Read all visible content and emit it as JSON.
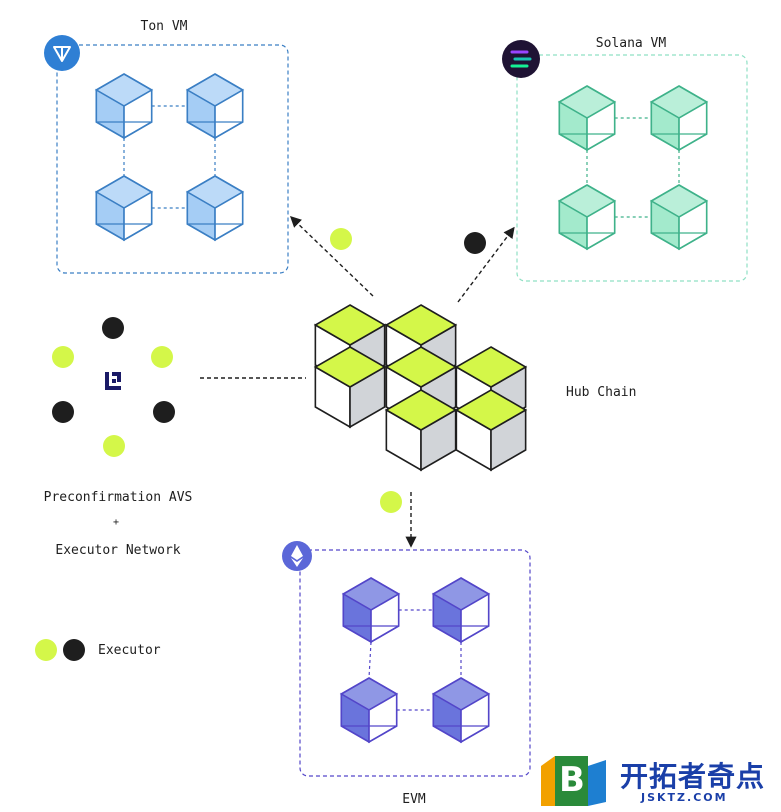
{
  "nodes": {
    "ton": {
      "label": "Ton VM",
      "color": "#a5cdf5",
      "stroke": "#3b7fc4"
    },
    "solana": {
      "label": "Solana VM",
      "color": "#a3eacc",
      "stroke": "#3fb28a"
    },
    "evm": {
      "label": "EVM",
      "color": "#6a74dc",
      "stroke": "#5346c9"
    },
    "hub": {
      "label": "Hub Chain",
      "top_color": "#d4f749",
      "side_color": "#d1d4d8"
    },
    "avs": {
      "label_line1": "Preconfirmation AVS",
      "label_plus": "+",
      "label_line2": "Executor Network",
      "logo_icon": "eigenlayer-logo-icon"
    }
  },
  "legend": {
    "label": "Executor",
    "colors": [
      "#d4f749",
      "#1e1e1e"
    ]
  },
  "watermark": {
    "logo_letter": "B",
    "text": "开拓者奇点",
    "subtext": "JSKTZ.COM"
  }
}
